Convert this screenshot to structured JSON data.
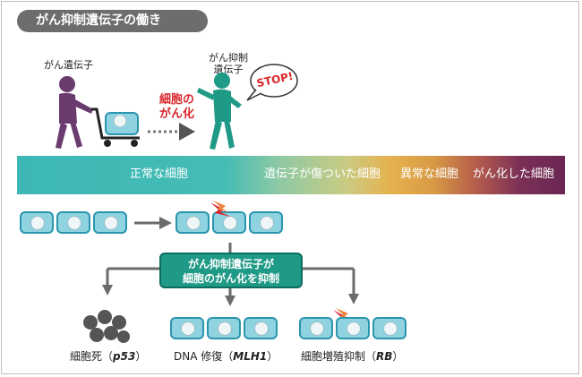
{
  "title": "がん抑制遺伝子の働き",
  "figures": {
    "left_label": "がん遺伝子",
    "right_label_line1": "がん抑制",
    "right_label_line2": "遺伝子",
    "middle_label_line1": "細胞の",
    "middle_label_line2": "がん化",
    "stop": "STOP!"
  },
  "bar": {
    "normal": "正常な細胞",
    "damaged": "遺伝子が傷ついた細胞",
    "abnormal": "異常な細胞",
    "cancer": "がん化した細胞"
  },
  "center": {
    "line1": "がん抑制遺伝子が",
    "line2": "細胞のがん化を抑制"
  },
  "outcomes": [
    {
      "text": "細胞死（",
      "gene": "p53",
      "close": "）"
    },
    {
      "text": "DNA 修復（",
      "gene": "MLH1",
      "close": "）"
    },
    {
      "text": "細胞増殖抑制（",
      "gene": "RB",
      "close": "）"
    }
  ],
  "colors": {
    "teal": "#3db7b6",
    "box": "#1f9a86",
    "red": "#d8262b",
    "purple": "#6a3b6e",
    "cell_fill": "#8fd3e0",
    "arrow_gray": "#6b6b6b"
  }
}
